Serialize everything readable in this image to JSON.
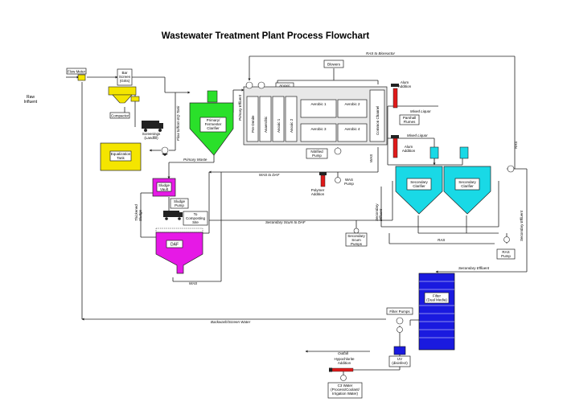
{
  "title": "Wastewater Treatment Plant Process Flowchart",
  "labels": {
    "raw_influent": [
      "Raw",
      "Influent"
    ],
    "flow_meter": "Flow Meter",
    "bar_screen": [
      "Bar",
      "Screen",
      "(Grits)"
    ],
    "compactor": "Compactor",
    "screenings": [
      "Screenings",
      "(Landfill)"
    ],
    "equalization_tank": [
      "Equalization",
      "Tank"
    ],
    "flow_to_tank": "Flow to/from EQ Tank",
    "primary_clarifier": [
      "Primary/",
      "Fermenter",
      "Clarifier"
    ],
    "primary_effluent": "Primary Effluent",
    "primary_waste": "Primary Waste",
    "blowers": "Blowers",
    "anoxic_mixers": [
      "Anoxic",
      "Mixers"
    ],
    "ras_to_bioreactor": "RAS to Bioreactor",
    "pre_denite": "Pre-Denite",
    "anaerobic": "Anaerobic",
    "anoxic1": "Anoxic 1",
    "anoxic2": "Anoxic 2",
    "aerobic1": "Aerobic 1",
    "aerobic2": "Aerobic 2",
    "aerobic3": "Aerobic 3",
    "aerobic4": "Aerobic 4",
    "common_channel": "Common Channel",
    "alum_addition": [
      "Alum",
      "Addition"
    ],
    "mixed_liquor": "Mixed Liquor",
    "parshall_flumes": [
      "Parshall",
      "Flumes"
    ],
    "nitrified_pump": [
      "Nitrified",
      "Pump"
    ],
    "was_pump": [
      "WAS",
      "Pump"
    ],
    "polymer_addition": [
      "Polymer",
      "Addition"
    ],
    "secondary_clarifier": [
      "Secondary",
      "Clarifier"
    ],
    "ras_vertical": "RAS",
    "was_vertical": "WAS",
    "was_to_daf": "WAS to DAF",
    "sludge_vault": [
      "Sludge",
      "Vault"
    ],
    "sludge_pump": [
      "Sludge",
      "Pump"
    ],
    "to_composting": [
      "To",
      "Composting",
      "Site"
    ],
    "thickened_sludge": [
      "Thickened",
      "Sludge"
    ],
    "daf": "DAF",
    "was_bottom": "WAS",
    "secondary_scum_daf": "Secondary Scum to DAF",
    "secondary_scum_pumps": [
      "Secondary",
      "Scum",
      "Pumps"
    ],
    "secondary_effluent_v": [
      "Secondary",
      "Effluent"
    ],
    "ras": "RAS",
    "ras_pump": [
      "RAS",
      "Pump"
    ],
    "secondary_effluent": "Secondary Effluent",
    "secondary_effluent_right": "Secondary Effluent",
    "filter": [
      "Filter",
      "(Dual Media)"
    ],
    "filter_pumps": "Filter Pumps",
    "backwash": "Backwash/Screen Water",
    "uv": [
      "UV",
      "(disinfect)"
    ],
    "outfall": "Outfall",
    "hypochlorite": [
      "Hypochlorite",
      "Addition"
    ],
    "c3_water": [
      "C3 Water",
      "(Process/Coolant/",
      "Irrigation Water)"
    ]
  },
  "colors": {
    "yellow": "#f4e500",
    "green": "#2ae02a",
    "cyan": "#19d9e6",
    "magenta": "#e619e6",
    "blue": "#1a1adf",
    "red": "#e01a1a"
  }
}
